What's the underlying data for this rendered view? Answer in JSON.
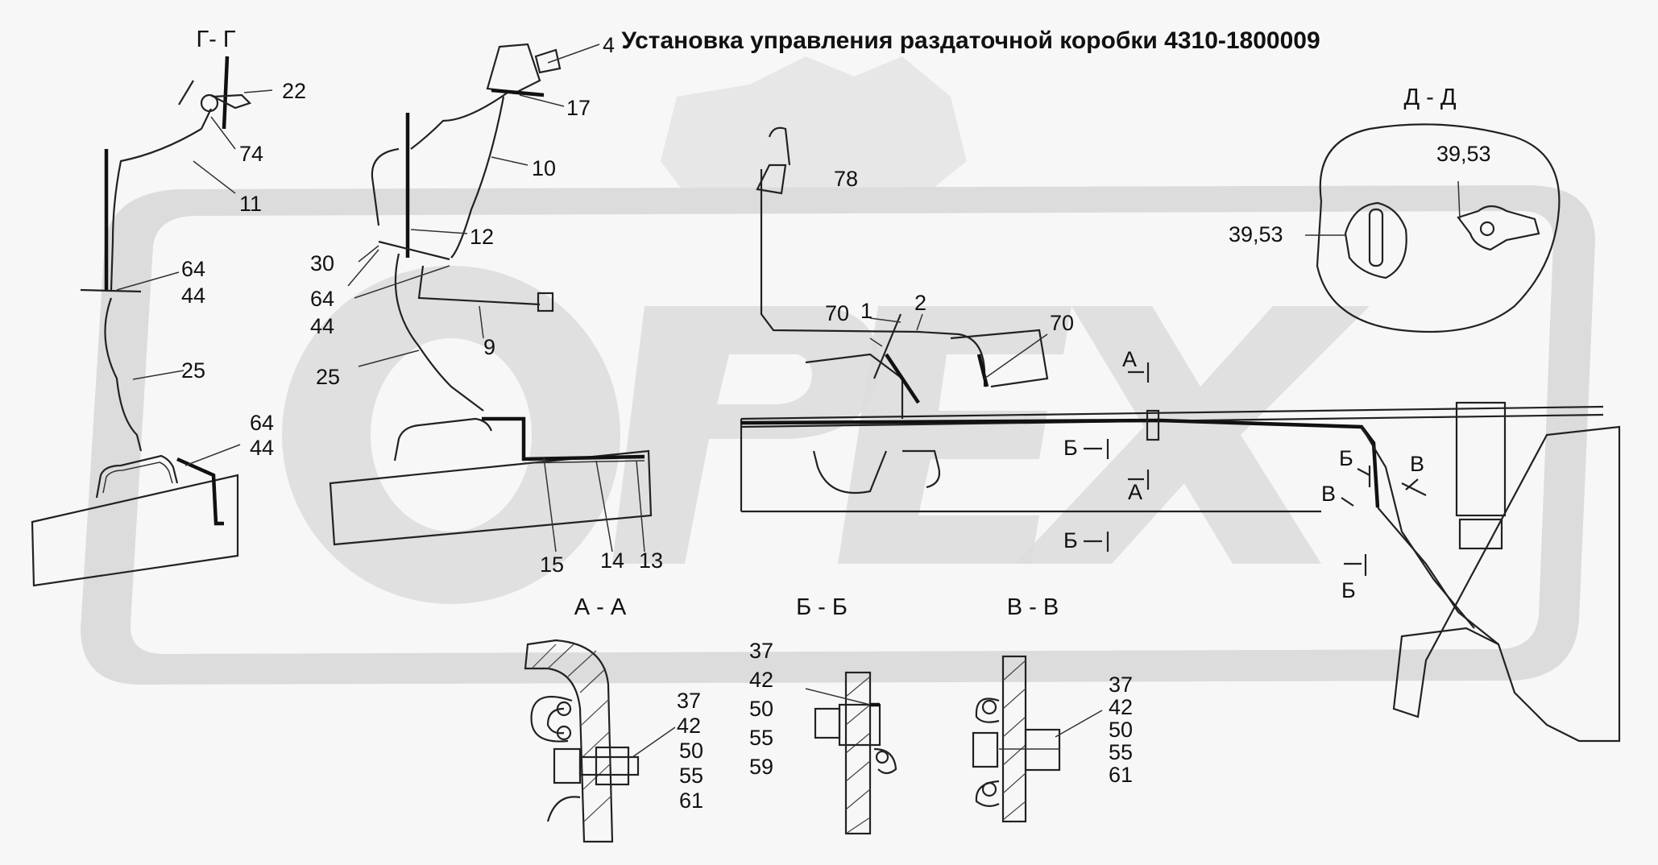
{
  "title": "Установка управления раздаточной коробки 4310-1800009",
  "section_titles": {
    "g_g": "Г- Г",
    "d_d": "Д - Д",
    "a_a": "А - А",
    "b_b": "Б - Б",
    "v_v": "В - В"
  },
  "callouts": {
    "n4": "4",
    "n22": "22",
    "n17": "17",
    "n74": "74",
    "n10": "10",
    "n11": "11",
    "n78": "78",
    "n12": "12",
    "n30": "30",
    "n64a": "64",
    "n44a": "44",
    "n64b": "64",
    "n44b": "44",
    "n9": "9",
    "n25a": "25",
    "n25b": "25",
    "n64c": "64",
    "n44c": "44",
    "n70a": "70",
    "n1": "1",
    "n2": "2",
    "n70b": "70",
    "n15": "15",
    "n14": "14",
    "n13": "13",
    "n3953a": "39,53",
    "n3953b": "39,53"
  },
  "cut_markers": {
    "a1": "А",
    "a2": "А",
    "b1": "Б",
    "b2": "Б",
    "b3": "Б",
    "b4": "Б",
    "v1": "В",
    "v2": "В"
  },
  "fastener_lists": {
    "aa": [
      "37",
      "42",
      "50",
      "55",
      "61"
    ],
    "bb": [
      "37",
      "42",
      "50",
      "55",
      "59"
    ],
    "vv": [
      "37",
      "42",
      "50",
      "55",
      "61"
    ]
  },
  "watermark": "OPEX"
}
